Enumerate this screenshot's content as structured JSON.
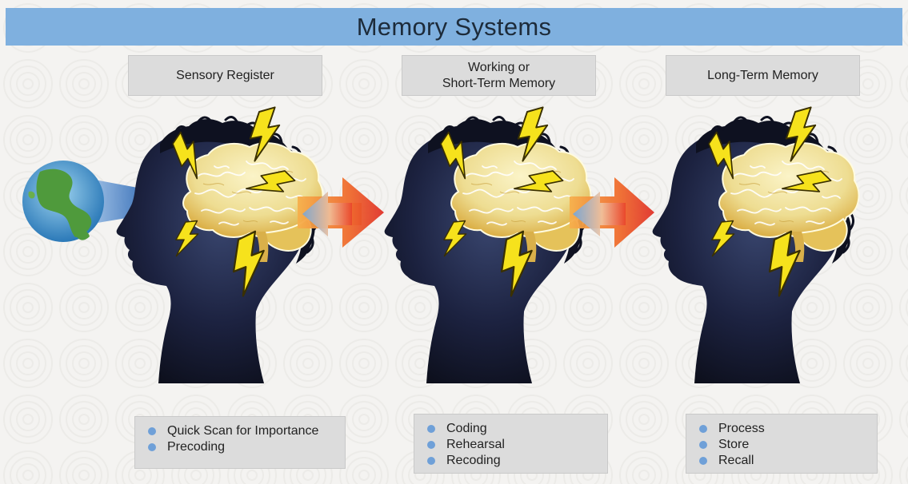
{
  "title": "Memory Systems",
  "stages": [
    {
      "label": "Sensory Register",
      "bullets": [
        "Quick Scan for Importance",
        "Precoding"
      ]
    },
    {
      "label": "Working or\nShort-Term Memory",
      "bullets": [
        "Coding",
        "Rehearsal",
        "Recoding"
      ]
    },
    {
      "label": "Long-Term Memory",
      "bullets": [
        "Process",
        "Store",
        "Recall"
      ]
    }
  ],
  "colors": {
    "title_bar": "#7fb0df",
    "label_box": "#dcdcdc",
    "bullet": "#6fa0d8",
    "silhouette": "#1a1f33",
    "brain": "#f1e6a6",
    "lightning": "#f5e11a",
    "arrow": "#e8512a"
  }
}
